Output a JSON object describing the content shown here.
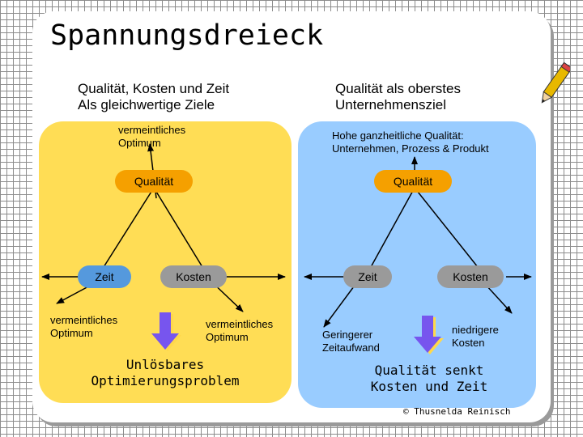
{
  "title": "Spannungsdreieck",
  "left": {
    "heading": "Qualität, Kosten und Zeit\nAls gleichwertige Ziele",
    "top_optimum": "vermeintliches\nOptimum",
    "quality": "Qualität",
    "time": "Zeit",
    "cost": "Kosten",
    "left_optimum": "vermeintliches\nOptimum",
    "right_optimum": "vermeintliches\nOptimum",
    "conclusion": "Unlösbares\nOptimierungsproblem"
  },
  "right": {
    "heading": "Qualität als oberstes\nUnternehmensziel",
    "top_text": "Hohe ganzheitliche Qualität:\nUnternehmen, Prozess & Produkt",
    "quality": "Qualität",
    "time": "Zeit",
    "cost": "Kosten",
    "left_text": "Geringerer\nZeitaufwand",
    "right_text": "niedrigere\nKosten",
    "conclusion": "Qualität senkt\nKosten und Zeit"
  },
  "copyright": "© Thusnelda Reinisch",
  "colors": {
    "left_panel": "#ffdd55",
    "right_panel": "#99ccff",
    "quality_pill": "#f5a000",
    "left_time_pill": "#5599dd",
    "gray_pill": "#9a9a9a",
    "down_arrow": "#7755ee"
  },
  "icons": [
    "pencil-icon",
    "down-arrow-icon"
  ]
}
